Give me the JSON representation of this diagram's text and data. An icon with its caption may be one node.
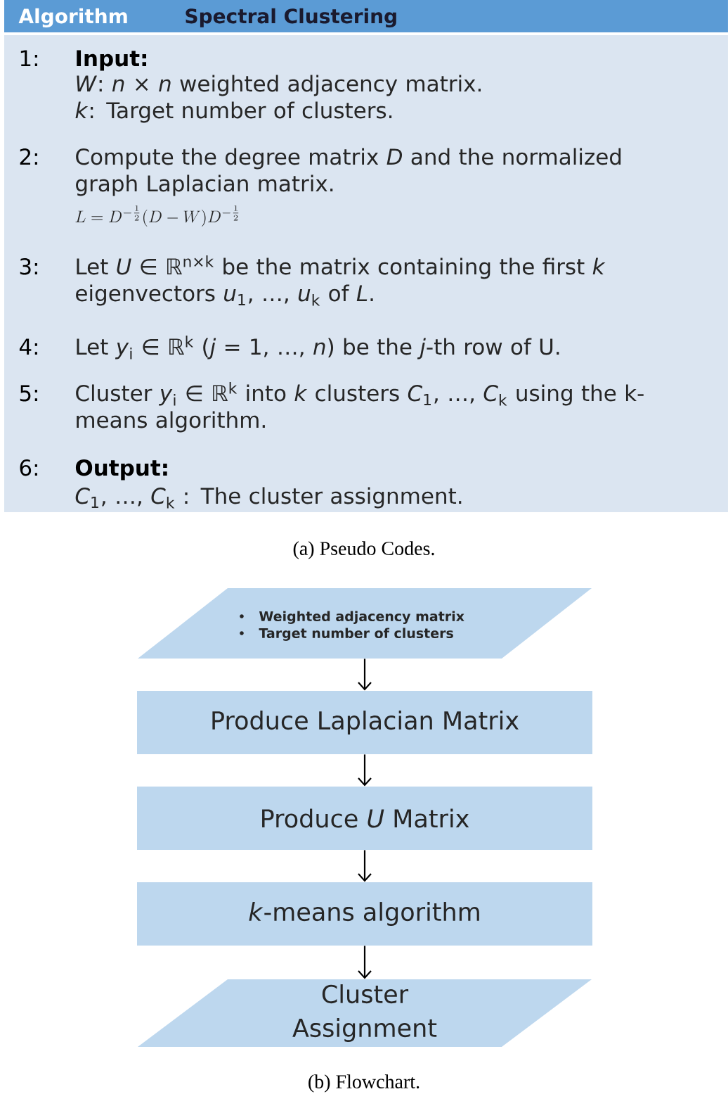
{
  "diagram": {
    "nodes": [
      {
        "text": [
          "Algorithm",
          "Spectral Clustering"
        ]
      },
      {
        "text": [
          "1:",
          "Input:",
          "*W*: *n* × *n* weighted adjacency matrix.",
          "*k*: Target number of clusters.",
          "2:",
          "Compute the degree matrix *D* and the normalized graph Laplacian matrix.",
          "L = D^{-\\frac{1}{2}}(D - W)D^{-\\frac{1}{2}}",
          "3:",
          "Let *U* ∈ ℝ$^{n×k}$ be the matrix containing the first *k* eigenvectors *u*$_{1}$, …, *u*$_{k}$ of *L*.",
          "4:",
          "Let *y*$_{i}$ ∈ ℝ$^{k}$ (*j* = 1, …, *n*) be the *j*-th row of U.",
          "5:",
          "Cluster *y*$_{i}$ ∈ ℝ$^{k}$ into *k* clusters *C*$_{1}$, …, *C*$_{k}$ using the k-means algorithm.",
          "6:",
          "Output:",
          "*C*$_{1}$, …, *C*$_{k}$ : The cluster assignment."
        ]
      },
      {
        "text": [
          "Weighted adjacency matrix",
          "Target number of clusters"
        ]
      },
      {
        "text": [
          "Produce Laplacian Matrix"
        ]
      },
      {
        "text": [
          "Produce *U* Matrix"
        ]
      },
      {
        "text": [
          "*k*-means algorithm"
        ]
      },
      {
        "text": [
          "Cluster Assignment"
        ]
      }
    ],
    "edges": [
      {
        "from": 2,
        "to": 3,
        "arrow": "to"
      },
      {
        "from": 3,
        "to": 4,
        "arrow": "to"
      },
      {
        "from": 4,
        "to": 5,
        "arrow": "to"
      },
      {
        "from": 5,
        "to": 6,
        "arrow": "to"
      }
    ],
    "labels": [
      "(a) Pseudo Codes.",
      "(b) Flowchart."
    ]
  }
}
